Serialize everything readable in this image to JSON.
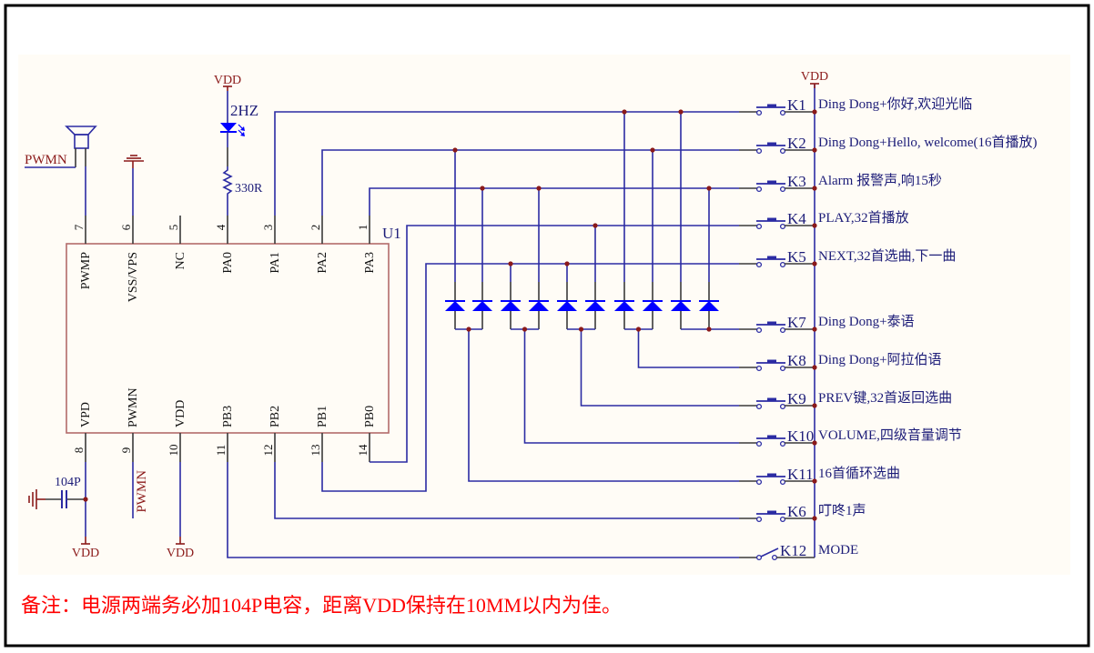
{
  "note": "备注：电源两端务必加104P电容，距离VDD保持在10MM以内为佳。",
  "power_label": "VDD",
  "ic": {
    "ref": "U1",
    "top_pins": [
      {
        "num": "7",
        "name": "PWMP"
      },
      {
        "num": "6",
        "name": "VSS/VPS"
      },
      {
        "num": "5",
        "name": "NC"
      },
      {
        "num": "4",
        "name": "PA0"
      },
      {
        "num": "3",
        "name": "PA1"
      },
      {
        "num": "2",
        "name": "PA2"
      },
      {
        "num": "1",
        "name": "PA3"
      }
    ],
    "bottom_pins": [
      {
        "num": "8",
        "name": "VPD"
      },
      {
        "num": "9",
        "name": "PWMN"
      },
      {
        "num": "10",
        "name": "VDD"
      },
      {
        "num": "11",
        "name": "PB3"
      },
      {
        "num": "12",
        "name": "PB2"
      },
      {
        "num": "13",
        "name": "PB1"
      },
      {
        "num": "14",
        "name": "PB0"
      }
    ]
  },
  "speaker": {
    "net_label": "PWMN"
  },
  "led": {
    "label": "2HZ"
  },
  "resistor": {
    "value": "330R"
  },
  "capacitor": {
    "value": "104P"
  },
  "pin9_net_label": "PWMN",
  "switches": [
    {
      "ref": "K1",
      "desc": "Ding Dong+你好,欢迎光临",
      "type": "push"
    },
    {
      "ref": "K2",
      "desc": "Ding Dong+Hello, welcome(16首播放)",
      "type": "push"
    },
    {
      "ref": "K3",
      "desc": "Alarm 报警声,响15秒",
      "type": "push"
    },
    {
      "ref": "K4",
      "desc": "PLAY,32首播放",
      "type": "push"
    },
    {
      "ref": "K5",
      "desc": "NEXT,32首选曲,下一曲",
      "type": "push"
    },
    {
      "ref": "K7",
      "desc": "Ding Dong+泰语",
      "type": "push"
    },
    {
      "ref": "K8",
      "desc": "Ding Dong+阿拉伯语",
      "type": "push"
    },
    {
      "ref": "K9",
      "desc": "PREV键,32首返回选曲",
      "type": "push"
    },
    {
      "ref": "K10",
      "desc": "VOLUME,四级音量调节",
      "type": "push"
    },
    {
      "ref": "K11",
      "desc": "16首循环选曲",
      "type": "push"
    },
    {
      "ref": "K6",
      "desc": "叮咚1声",
      "type": "push"
    },
    {
      "ref": "K12",
      "desc": "MODE",
      "type": "toggle"
    }
  ],
  "diode_matrix": [
    {
      "cathode": "K2",
      "anode": "K11"
    },
    {
      "cathode": "K3",
      "anode": "K11"
    },
    {
      "cathode": "K5",
      "anode": "K10"
    },
    {
      "cathode": "K3",
      "anode": "K10"
    },
    {
      "cathode": "K5",
      "anode": "K9"
    },
    {
      "cathode": "K4",
      "anode": "K9"
    },
    {
      "cathode": "K1",
      "anode": "K8"
    },
    {
      "cathode": "K2",
      "anode": "K8"
    },
    {
      "cathode": "K1",
      "anode": "K7"
    },
    {
      "cathode": "K3",
      "anode": "K7"
    }
  ],
  "colors": {
    "wire": "#2b2ba3",
    "lead": "#3a3a3a",
    "junction": "#8b1a1a",
    "power": "#8b1a1a",
    "diode": "#0000ff",
    "ic_outline": "#b36b6b",
    "sheet": "#fffcf6",
    "note": "#ff0000"
  }
}
